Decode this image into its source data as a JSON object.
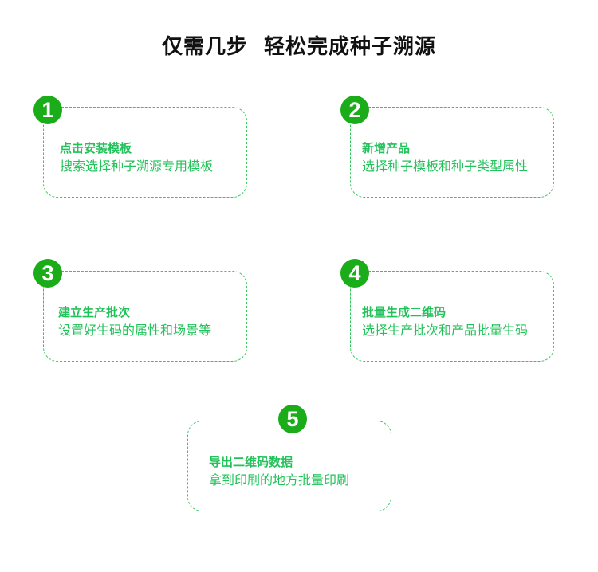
{
  "title": "仅需几步  轻松完成种子溯源",
  "steps": [
    {
      "num": "1",
      "title": "点击安装模板",
      "desc": "搜索选择种子溯源专用模板"
    },
    {
      "num": "2",
      "title": "新增产品",
      "desc": "选择种子模板和种子类型属性"
    },
    {
      "num": "3",
      "title": "建立生产批次",
      "desc": "设置好生码的属性和场景等"
    },
    {
      "num": "4",
      "title": "批量生成二维码",
      "desc": "选择生产批次和产品批量生码"
    },
    {
      "num": "5",
      "title": "导出二维码数据",
      "desc": "拿到印刷的地方批量印刷"
    }
  ]
}
